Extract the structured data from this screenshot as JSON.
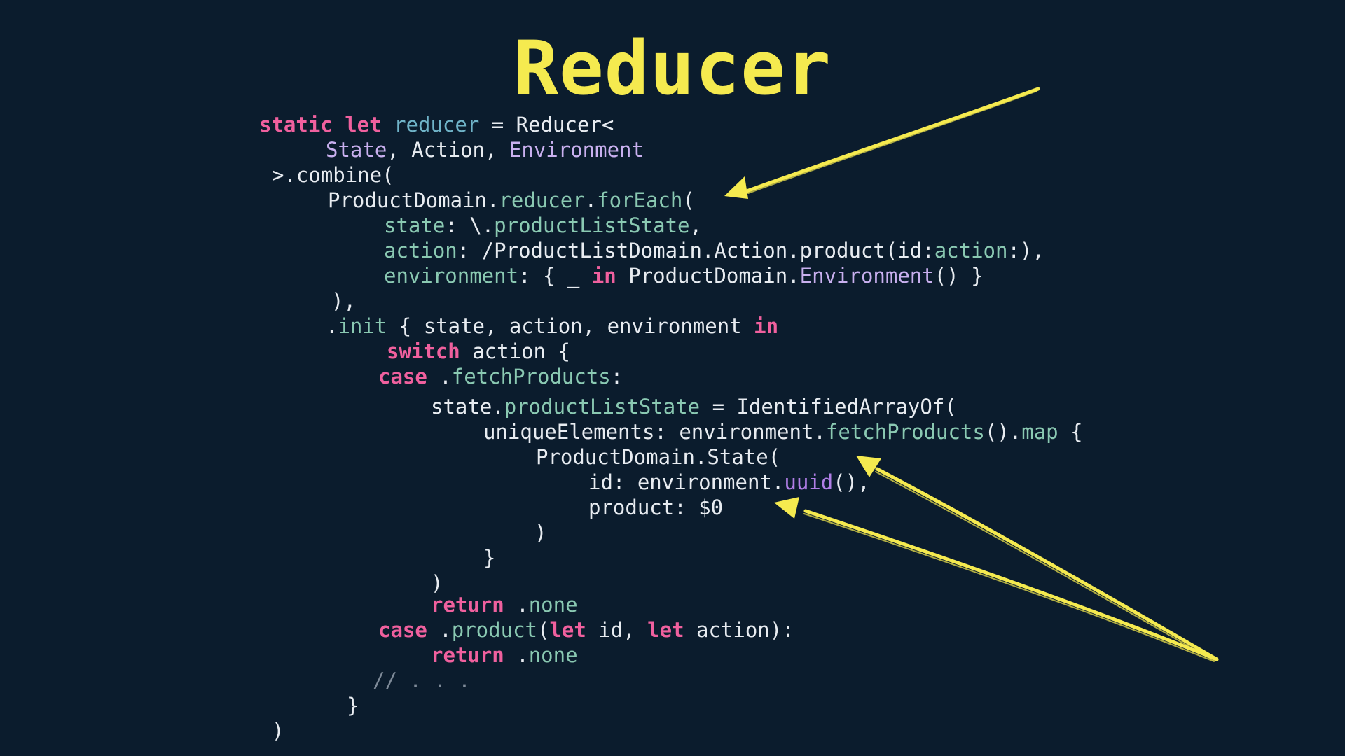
{
  "slide": {
    "title": "Reducer",
    "colors": {
      "background": "#0b1c2d",
      "title": "#f5ea4f",
      "keyword": "#f0609e",
      "property": "#6fb3c8",
      "type": "#c9b0ef",
      "plain": "#e8ecf1",
      "member": "#8ac9b2",
      "function": "#b07ee6",
      "comment": "#7f8b99",
      "arrow": "#f5ea4f"
    }
  },
  "code": {
    "language": "swift",
    "lines": [
      [
        {
          "t": "static let ",
          "k": "kw"
        },
        {
          "t": "reducer",
          "k": "prop"
        },
        {
          "t": " = Reducer<",
          "k": "plain"
        }
      ],
      [
        {
          "t": "State",
          "k": "type"
        },
        {
          "t": ", ",
          "k": "plain"
        },
        {
          "t": "Action",
          "k": "plain"
        },
        {
          "t": ", ",
          "k": "plain"
        },
        {
          "t": "Environment",
          "k": "type"
        }
      ],
      [
        {
          "t": ">.combine(",
          "k": "plain"
        }
      ],
      [
        {
          "t": "ProductDomain.",
          "k": "plain"
        },
        {
          "t": "reducer",
          "k": "member"
        },
        {
          "t": ".",
          "k": "plain"
        },
        {
          "t": "forEach",
          "k": "member"
        },
        {
          "t": "(",
          "k": "plain"
        }
      ],
      [
        {
          "t": "state",
          "k": "member"
        },
        {
          "t": ": \\.",
          "k": "plain"
        },
        {
          "t": "productListState",
          "k": "member"
        },
        {
          "t": ",",
          "k": "plain"
        }
      ],
      [
        {
          "t": "action",
          "k": "member"
        },
        {
          "t": ": /ProductListDomain.Action.product(id:",
          "k": "plain"
        },
        {
          "t": "action",
          "k": "member"
        },
        {
          "t": ":),",
          "k": "plain"
        }
      ],
      [
        {
          "t": "environment",
          "k": "member"
        },
        {
          "t": ": { _ ",
          "k": "plain"
        },
        {
          "t": "in",
          "k": "kw"
        },
        {
          "t": " ProductDomain.",
          "k": "plain"
        },
        {
          "t": "Environment",
          "k": "type"
        },
        {
          "t": "() }",
          "k": "plain"
        }
      ],
      [
        {
          "t": "),",
          "k": "plain"
        }
      ],
      [
        {
          "t": ".",
          "k": "plain"
        },
        {
          "t": "init",
          "k": "member"
        },
        {
          "t": " { state, action, environment ",
          "k": "plain"
        },
        {
          "t": "in",
          "k": "kw"
        }
      ],
      [
        {
          "t": "switch",
          "k": "kw"
        },
        {
          "t": " action {",
          "k": "plain"
        }
      ],
      [
        {
          "t": "case",
          "k": "kw"
        },
        {
          "t": " .",
          "k": "plain"
        },
        {
          "t": "fetchProducts",
          "k": "member"
        },
        {
          "t": ":",
          "k": "plain"
        }
      ],
      [
        {
          "t": "state.",
          "k": "plain"
        },
        {
          "t": "productListState",
          "k": "member"
        },
        {
          "t": " = IdentifiedArrayOf(",
          "k": "plain"
        }
      ],
      [
        {
          "t": "uniqueElements: environment.",
          "k": "plain"
        },
        {
          "t": "fetchProducts",
          "k": "member"
        },
        {
          "t": "().",
          "k": "plain"
        },
        {
          "t": "map",
          "k": "member"
        },
        {
          "t": " {",
          "k": "plain"
        }
      ],
      [
        {
          "t": "ProductDomain.State(",
          "k": "plain"
        }
      ],
      [
        {
          "t": "id: environment.",
          "k": "plain"
        },
        {
          "t": "uuid",
          "k": "fn"
        },
        {
          "t": "(),",
          "k": "plain"
        }
      ],
      [
        {
          "t": "product: $0",
          "k": "plain"
        }
      ],
      [
        {
          "t": ")",
          "k": "plain"
        }
      ],
      [
        {
          "t": "}",
          "k": "plain"
        }
      ],
      [
        {
          "t": ")",
          "k": "plain"
        }
      ],
      [
        {
          "t": "return",
          "k": "kw"
        },
        {
          "t": " .",
          "k": "plain"
        },
        {
          "t": "none",
          "k": "member"
        }
      ],
      [
        {
          "t": "case",
          "k": "kw"
        },
        {
          "t": " .",
          "k": "plain"
        },
        {
          "t": "product",
          "k": "member"
        },
        {
          "t": "(",
          "k": "plain"
        },
        {
          "t": "let",
          "k": "kw"
        },
        {
          "t": " id, ",
          "k": "plain"
        },
        {
          "t": "let",
          "k": "kw"
        },
        {
          "t": " action):",
          "k": "plain"
        }
      ],
      [
        {
          "t": "return",
          "k": "kw"
        },
        {
          "t": " .",
          "k": "plain"
        },
        {
          "t": "none",
          "k": "member"
        }
      ],
      [
        {
          "t": "// . . .",
          "k": "comment"
        }
      ],
      [
        {
          "t": "}",
          "k": "plain"
        }
      ],
      [
        {
          "t": ")",
          "k": "plain"
        }
      ]
    ]
  }
}
